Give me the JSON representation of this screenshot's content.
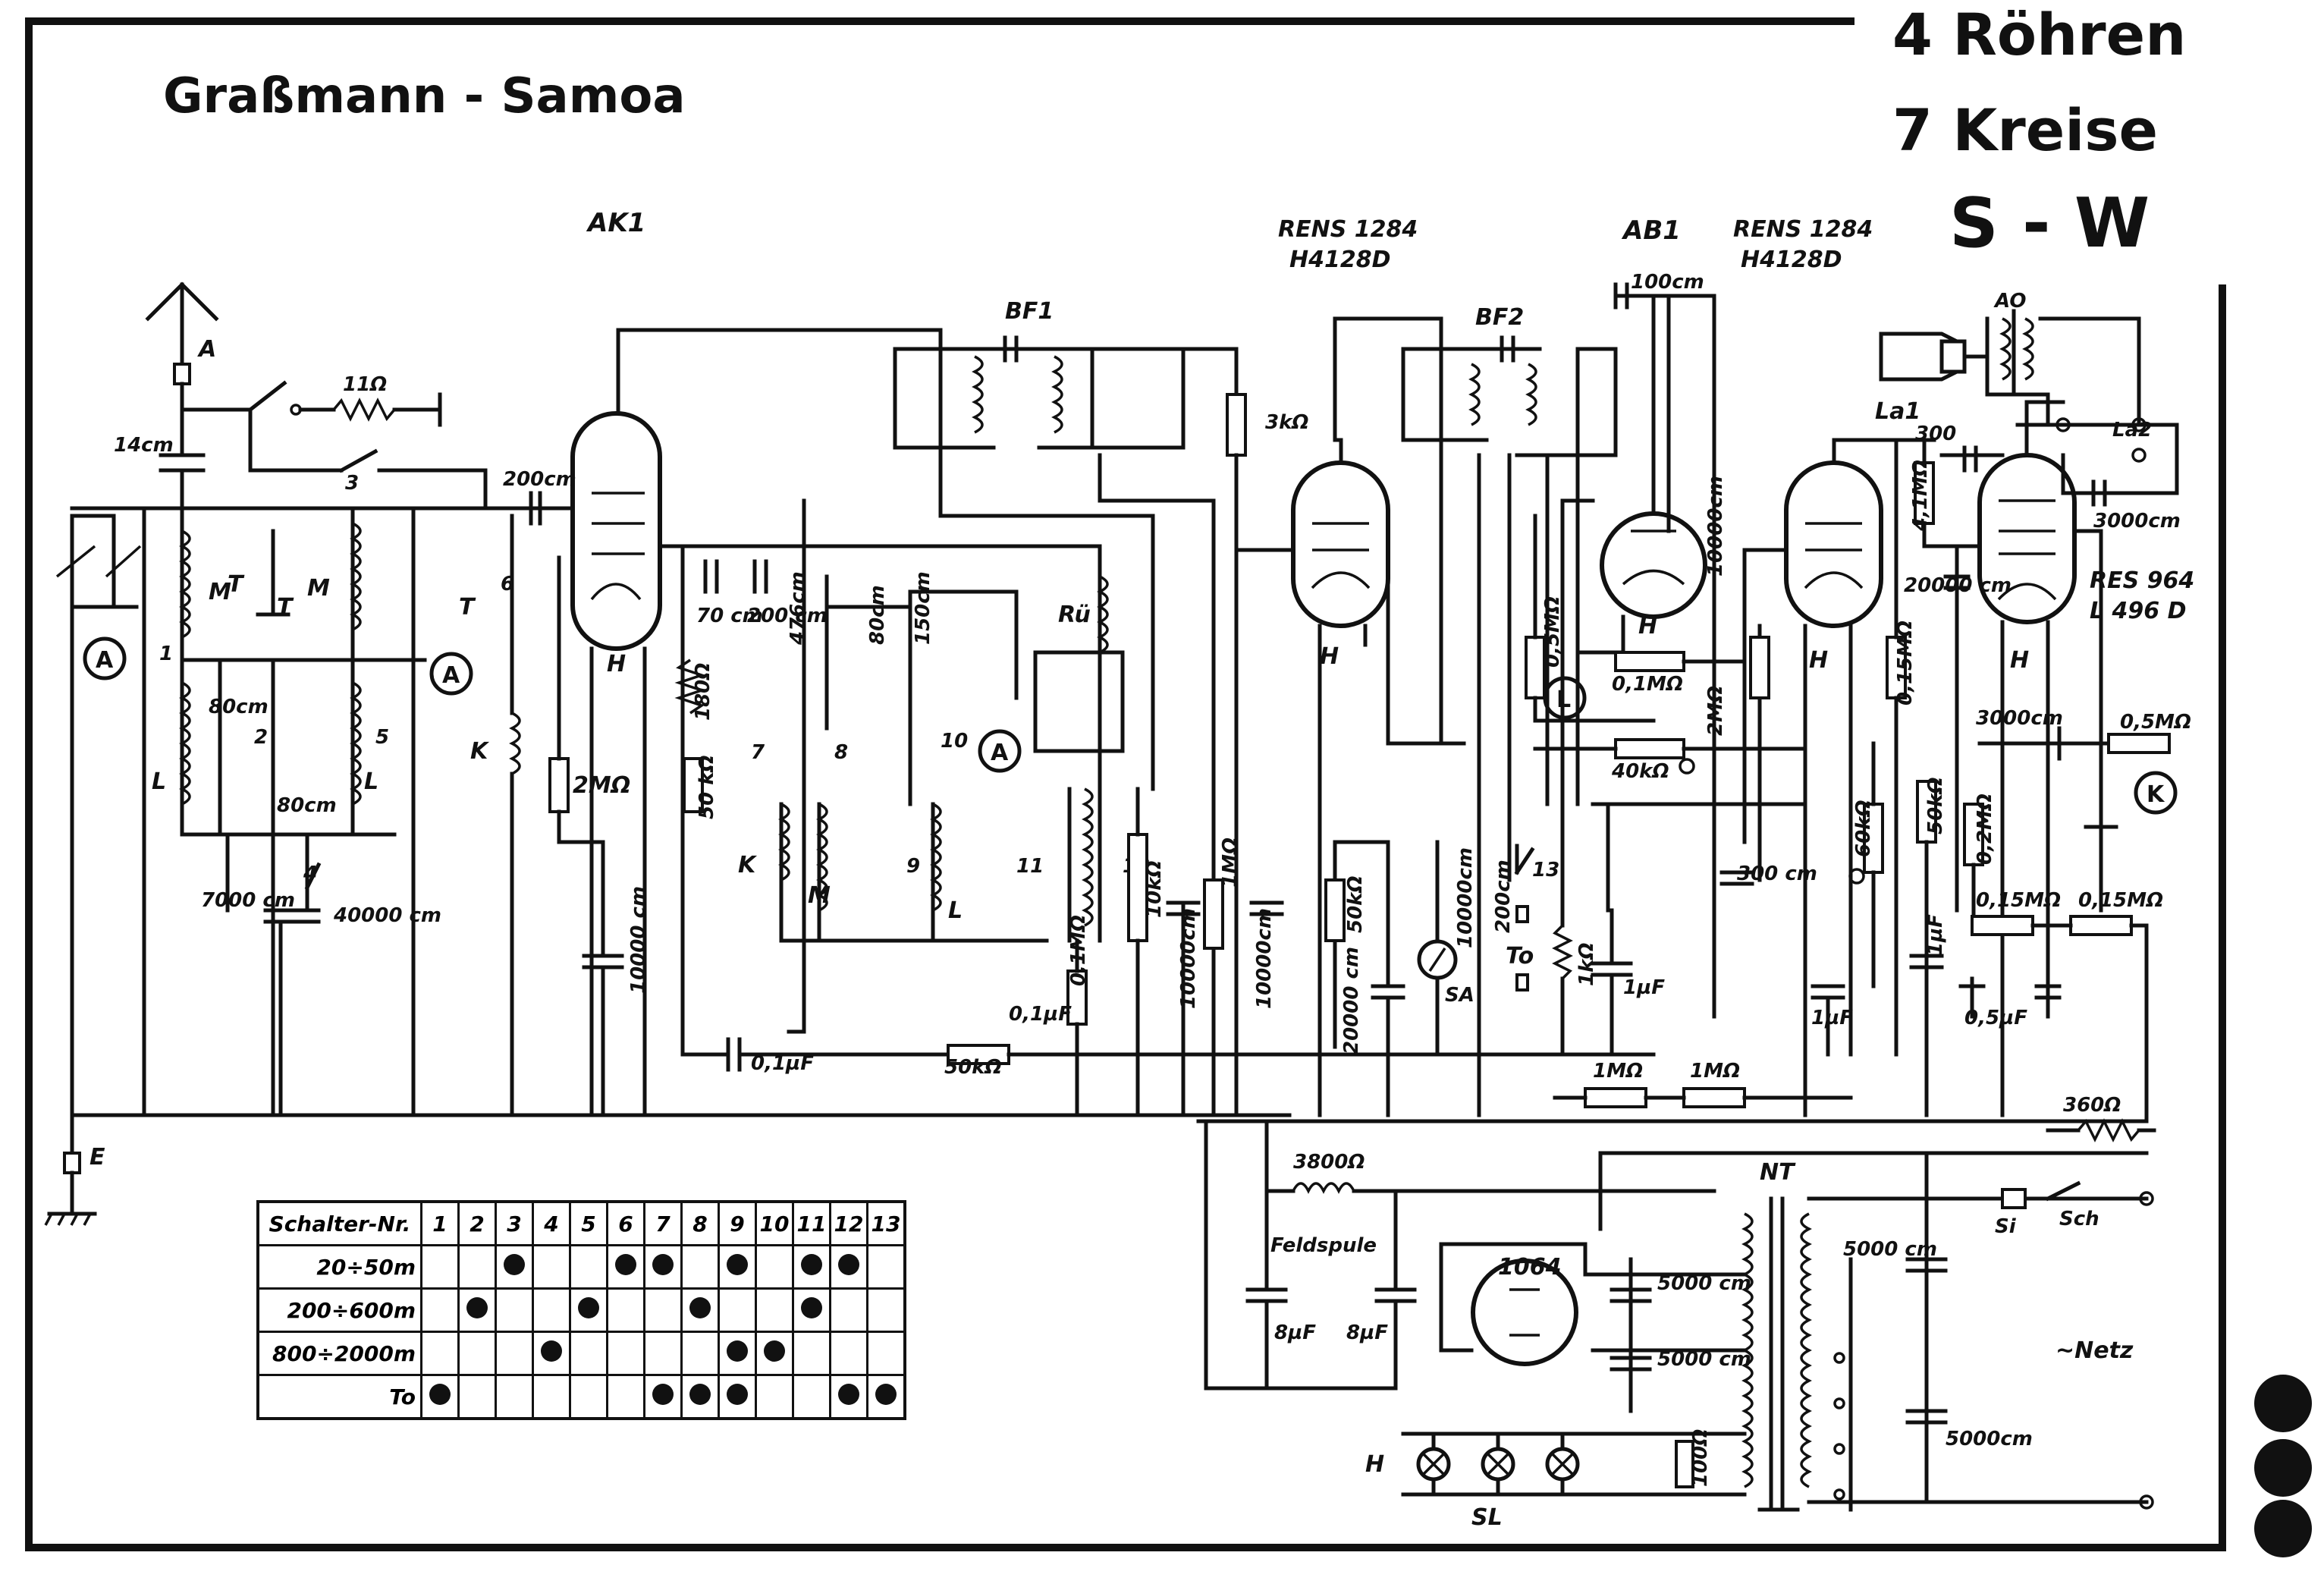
{
  "title": "Graßmann - Samoa",
  "header": {
    "line1": "4 Röhren",
    "line2": "7 Kreise",
    "line3": "S - W"
  },
  "tubes": [
    {
      "label": "AK1"
    },
    {
      "label1": "RENS 1284",
      "label2": "H4128D"
    },
    {
      "label": "AB1"
    },
    {
      "label1": "RENS 1284",
      "label2": "H4128D"
    },
    {
      "label1": "RES 964",
      "label2": "L 496 D"
    },
    {
      "label": "1064"
    }
  ],
  "labels": {
    "antenna": "A",
    "earth": "E",
    "cap_14cm": "14cm",
    "res_11": "11Ω",
    "sw3": "3",
    "cap_200cm": "200cm",
    "M1": "M",
    "M2": "M",
    "T": "T",
    "L": "L",
    "K": "K",
    "sw1": "1",
    "sw2": "2",
    "sw4": "4",
    "sw5": "5",
    "sw6": "6",
    "sw7": "7",
    "sw8": "8",
    "sw9": "9",
    "sw10": "10",
    "sw11": "11",
    "sw12": "12",
    "sw13": "13",
    "c80cm": "80cm",
    "c7000": "7000 cm",
    "c40000": "40000 cm",
    "r2M": "2MΩ",
    "c10000": "10000 cm",
    "c70": "70 cm",
    "c200": "200 cm",
    "r180": "180Ω",
    "r50k": "50 kΩ",
    "c476": "476cm",
    "c80": "80cm",
    "c150": "150cm",
    "bf1": "BF1",
    "bf2": "BF2",
    "ru": "Rü",
    "r3k": "3kΩ",
    "c01": "0,1µF",
    "r50k2": "50kΩ",
    "r01M": "0,1MΩ",
    "r10k": "10kΩ",
    "r1M": "1MΩ",
    "c10000b": "10000cm",
    "c20000": "20000 cm",
    "r50k3": "50kΩ",
    "c200b": "200cm",
    "sa": "SA",
    "to": "To",
    "r1k": "1kΩ",
    "c1uF": "1µF",
    "c100": "100cm",
    "r05M": "0,5MΩ",
    "r01M2": "0,1MΩ",
    "r40k": "40kΩ",
    "r2M2": "2MΩ",
    "c300": "300 cm",
    "r60k": "60kΩ",
    "r1M2": "1MΩ",
    "r1M3": "1MΩ",
    "c1uF2": "1µF",
    "r41M": "4,1MΩ",
    "c300b": "300",
    "c20000b": "20000 cm",
    "r015": "0,15MΩ",
    "r50k4": "50kΩ",
    "r015b": "0,15MΩ",
    "r015c": "0,15MΩ",
    "c05uF": "0,5µF",
    "c3000": "3000cm",
    "c3000b": "3000cm",
    "r05M2": "0,5MΩ",
    "r02M": "0,2MΩ",
    "c1uF3": "1µF",
    "r360": "360Ω",
    "la1": "La1",
    "la2": "La2",
    "ao": "AO",
    "r3800": "3800Ω",
    "feldspule": "Feldspule",
    "c8uF": "8µF",
    "c8uF2": "8µF",
    "nt": "NT",
    "c5000a": "5000 cm",
    "c5000b": "5000 cm",
    "c5000c": "5000 cm",
    "c5000d": "5000cm",
    "si": "Si",
    "sch": "Sch",
    "netz": "~Netz",
    "sl": "SL",
    "h": "H",
    "r100": "100Ω",
    "circA": "A",
    "circL": "L",
    "circK": "K"
  },
  "table": {
    "header_label": "Schalter-Nr.",
    "columns": [
      "1",
      "2",
      "3",
      "4",
      "5",
      "6",
      "7",
      "8",
      "9",
      "10",
      "11",
      "12",
      "13"
    ],
    "rows": [
      {
        "label": "20÷50m",
        "dots": [
          false,
          false,
          true,
          false,
          false,
          true,
          true,
          false,
          true,
          false,
          true,
          true,
          false
        ]
      },
      {
        "label": "200÷600m",
        "dots": [
          false,
          true,
          false,
          false,
          true,
          false,
          false,
          true,
          false,
          false,
          true,
          false,
          false
        ]
      },
      {
        "label": "800÷2000m",
        "dots": [
          false,
          false,
          false,
          true,
          false,
          false,
          false,
          false,
          true,
          true,
          false,
          false,
          false
        ]
      },
      {
        "label": "To",
        "dots": [
          true,
          false,
          false,
          false,
          false,
          false,
          true,
          true,
          true,
          false,
          false,
          true,
          true
        ]
      }
    ]
  }
}
